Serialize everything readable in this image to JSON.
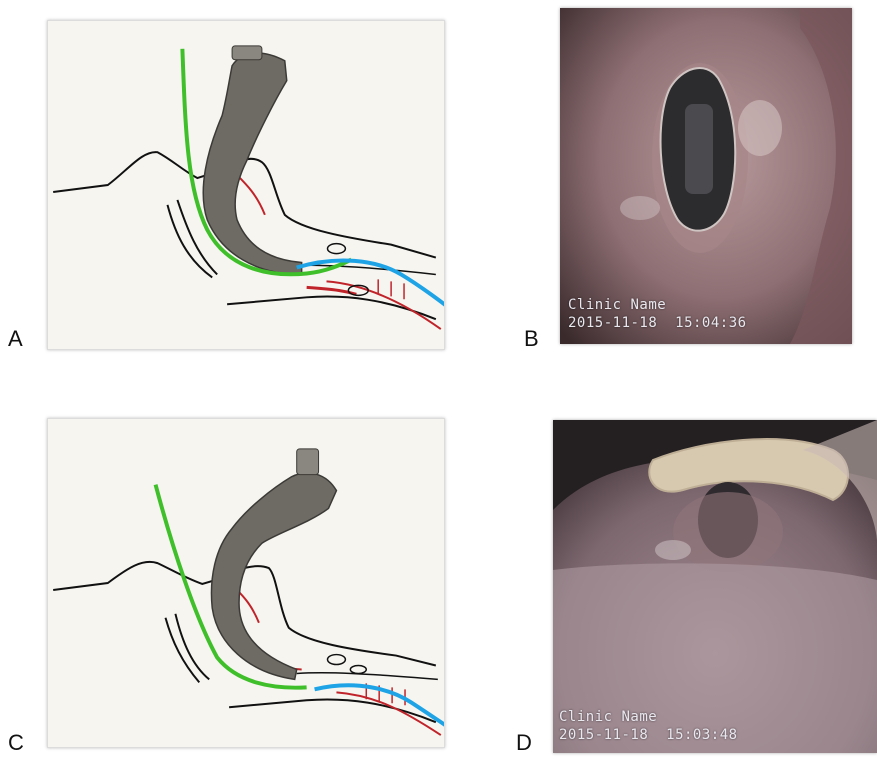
{
  "panels": {
    "a": {
      "label": "A"
    },
    "b": {
      "label": "B",
      "clinic": "Clinic Name",
      "timestamp": "2015-11-18  15:04:36"
    },
    "c": {
      "label": "C"
    },
    "d": {
      "label": "D",
      "clinic": "Clinic Name",
      "timestamp": "2015-11-18  15:03:48"
    }
  },
  "colors": {
    "guide_green": "#3fbf2a",
    "airway_blue": "#1ea4e6",
    "anatomy_red": "#c0242a",
    "outline": "#111111",
    "scope_metal": "#6e6a64"
  }
}
